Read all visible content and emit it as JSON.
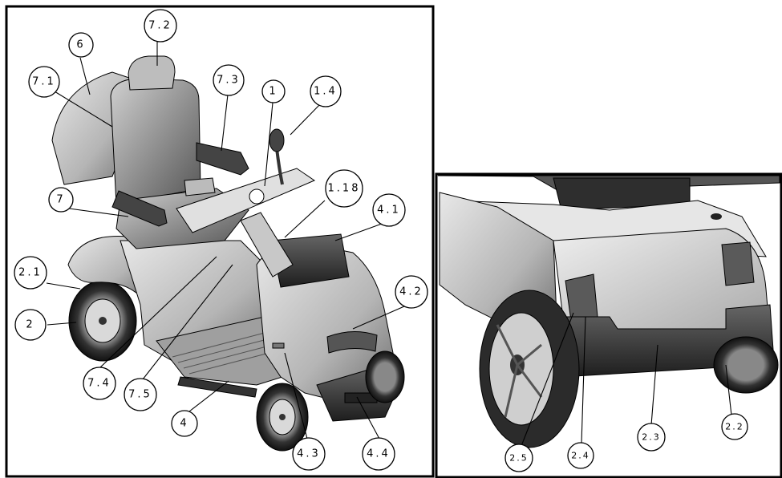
{
  "callouts_main": [
    "7.2",
    "6",
    "7.1",
    "7.3",
    "1",
    "1.4",
    "1.18",
    "4.1",
    "7",
    "2.1",
    "4.2",
    "2",
    "7.4",
    "7.5",
    "4",
    "4.3",
    "4.4"
  ],
  "callouts_detail": [
    "2.5",
    "2.4",
    "2.3",
    "2.2"
  ],
  "colors": {
    "frame": "#000000",
    "body_light": "#d9d9d9",
    "body_mid": "#9a9a9a",
    "body_dark": "#3a3a3a",
    "background": "#ffffff"
  }
}
